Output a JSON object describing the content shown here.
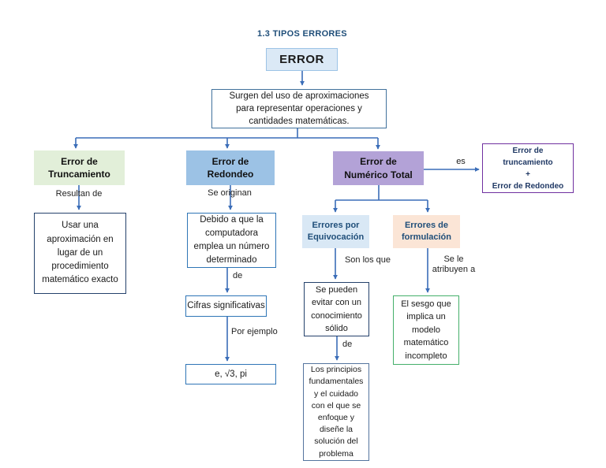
{
  "title": "1.3 TIPOS ERRORES",
  "colors": {
    "arrow": "#3a6db8",
    "title_text": "#1f4e79",
    "error_fill": "#dbe9f6",
    "error_border": "#9cc3e6",
    "truncamiento_fill": "#e2efd9",
    "redondeo_fill": "#9cc2e5",
    "numerico_fill": "#b3a2d7",
    "equivocacion_fill": "#d9e8f5",
    "formulacion_fill": "#fbe5d6",
    "suma_border": "#7030a0",
    "sesgo_border": "#44af6a",
    "navy_border": "#24416b",
    "blue_border": "#2e75b6"
  },
  "nodes": {
    "error": {
      "text": "ERROR"
    },
    "surgen": {
      "text": "Surgen del uso de aproximaciones\npara representar operaciones y\ncantidades matemáticas."
    },
    "truncamiento": {
      "text": "Error de\nTruncamiento"
    },
    "redondeo": {
      "text": "Error de\nRedondeo"
    },
    "numerico": {
      "text": "Error de\nNumérico Total"
    },
    "suma": {
      "text": "Error de\ntruncamiento\n+\nError de Redondeo"
    },
    "usar": {
      "text": "Usar una\naproximación en\nlugar de un\nprocedimiento\nmatemático exacto"
    },
    "debido": {
      "text": "Debido a que la\ncomputadora\nemplea un número\ndeterminado"
    },
    "cifras": {
      "text": "Cifras significativas"
    },
    "ejemplo": {
      "text": "e, √3, pi"
    },
    "equivocacion": {
      "text": "Errores por\nEquivocación"
    },
    "formulacion": {
      "text": "Errores de\nformulación"
    },
    "sepueden": {
      "text": "Se pueden\nevitar con un\nconocimiento\nsólido"
    },
    "principios": {
      "text": "Los principios\nfundamentales\ny el cuidado\ncon el que se\nenfoque y\ndiseñe la\nsolución del\nproblema"
    },
    "sesgo": {
      "text": "El sesgo que\nimplica un\nmodelo\nmatemático\nincompleto"
    }
  },
  "edge_labels": {
    "resultan": "Resultan de",
    "se_originan": "Se originan",
    "de_mid": "de",
    "por_ejemplo": "Por ejemplo",
    "son_los_que": "Son los que",
    "de_right": "de",
    "se_le": "Se le\natribuyen a",
    "es": "es"
  }
}
